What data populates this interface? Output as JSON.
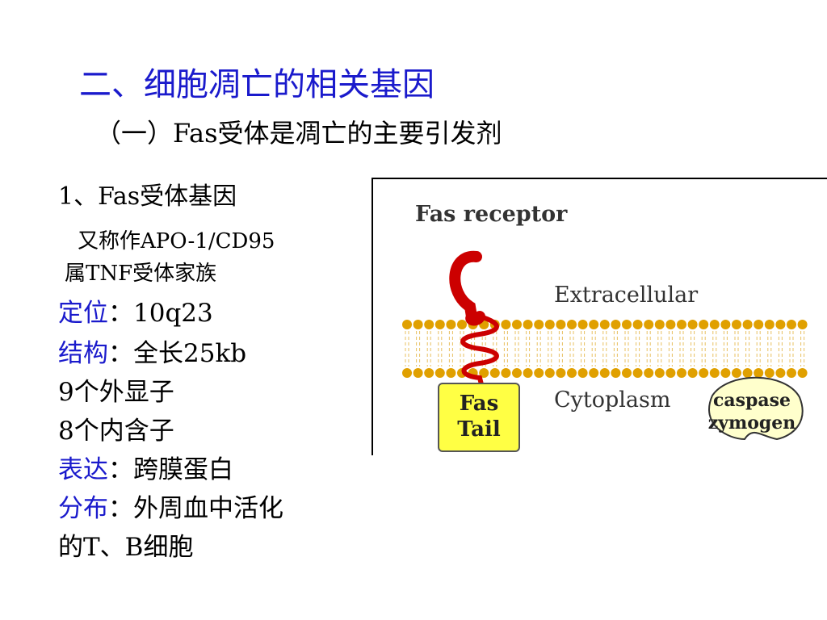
{
  "slide": {
    "title": "二、细胞凋亡的相关基因",
    "subtitle": "（一）Fas受体是凋亡的主要引发剂"
  },
  "left_text": {
    "heading": "1、Fas受体基因",
    "alias": "又称作APO-1/CD95",
    "family": "属TNF受体家族",
    "location_label": "定位",
    "location_value": "：10q23",
    "structure_label": "结构",
    "structure_value": "：全长25kb",
    "exons": "9个外显子",
    "introns": "8个内含子",
    "expression_label": "表达",
    "expression_value": "：跨膜蛋白",
    "distribution_label": "分布",
    "distribution_value": "：外周血中活化",
    "distribution_cont": "的T、B细胞"
  },
  "figure": {
    "title": "Fas receptor",
    "extracellular": "Extracellular",
    "cytoplasm": "Cytoplasm",
    "fas_tail_line1": "Fas",
    "fas_tail_line2": "Tail",
    "caspase_line1": "caspase",
    "caspase_line2": "zymogen",
    "colors": {
      "receptor": "#cc0000",
      "lipid_head": "#e0a000",
      "tail_box": "#ffff44",
      "caspase_fill": "#ffffcc"
    }
  },
  "colors": {
    "accent_blue": "#1a1acc"
  }
}
